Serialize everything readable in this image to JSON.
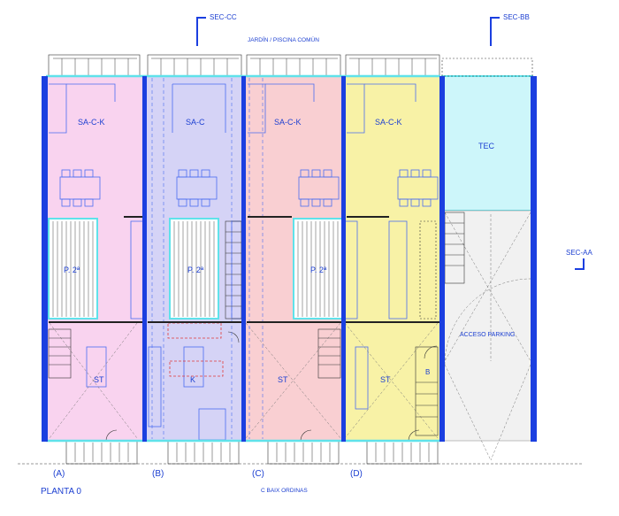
{
  "top_label": "JARDÍN / PISCINA COMÚN",
  "bottom_label": "C BAIX ORDINAS",
  "plan_title": "PLANTA 0",
  "sections": {
    "cc": "SEC-CC",
    "bb": "SEC-BB",
    "aa": "SEC-AA"
  },
  "units": [
    {
      "letter": "(A)",
      "living": "SA-C-K",
      "patio": "P. 2ª",
      "lower": "ST",
      "color": "#f9d3ef"
    },
    {
      "letter": "(B)",
      "living": "SA-C",
      "patio": "P. 2ª",
      "lower": "K",
      "color": "#d5d3f6"
    },
    {
      "letter": "(C)",
      "living": "SA-C-K",
      "patio": "P. 2ª",
      "lower": "ST",
      "color": "#f9cfd2"
    },
    {
      "letter": "(D)",
      "living": "SA-C-K",
      "patio": "",
      "lower": "ST",
      "color": "#f8f2a6"
    }
  ],
  "tec_label": "TEC",
  "parking_label": "ACCESO PARKING",
  "storage_label": "B",
  "colors": {
    "wall": "#1b3fe0",
    "cyan": "#5fe2ea",
    "text": "#1c3fd1",
    "tec": "#cdf6fa",
    "parking": "#f1f1f1"
  }
}
